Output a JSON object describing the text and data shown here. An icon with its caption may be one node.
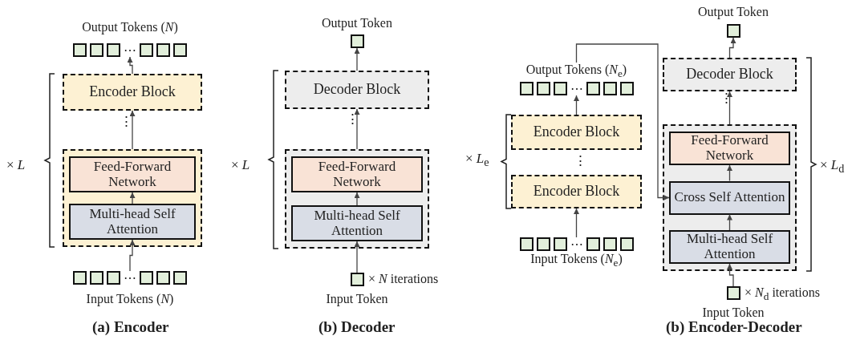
{
  "diagram": {
    "nodes": [
      {
        "text": [
          "Output Tokens (*N*)",
          "⋯"
        ]
      },
      {
        "text": [
          "Encoder Block"
        ]
      },
      {
        "text": [],
        "shape": "box"
      },
      {
        "text": [
          "Feed-Forward Network"
        ],
        "in": 2
      },
      {
        "text": [
          "Multi-head Self Attention"
        ],
        "in": 2
      },
      {
        "text": [
          "⋯",
          "Input Tokens (*N*)"
        ]
      },
      {
        "text": [
          "Output Token"
        ]
      },
      {
        "text": [
          "Decoder Block"
        ]
      },
      {
        "text": [],
        "shape": "box"
      },
      {
        "text": [
          "Feed-Forward Network"
        ],
        "in": 8
      },
      {
        "text": [
          "Multi-head Self Attention"
        ],
        "in": 8
      },
      {
        "text": [
          "Input Token"
        ],
        "beside": [
          "× *N* iterations"
        ]
      },
      {
        "text": [
          "Output Tokens (*N*$_{e}$)",
          "⋯"
        ]
      },
      {
        "text": [
          "Encoder Block"
        ]
      },
      {
        "text": [
          "Encoder Block"
        ]
      },
      {
        "text": [
          "⋯",
          "Input Tokens (*N*$_{e}$)"
        ]
      },
      {
        "text": [
          "Output Token"
        ]
      },
      {
        "text": [
          "Decoder Block"
        ]
      },
      {
        "text": [],
        "shape": "box"
      },
      {
        "text": [
          "Feed-Forward Network"
        ],
        "in": 18
      },
      {
        "text": [
          "Cross Self Attention"
        ],
        "in": 18
      },
      {
        "text": [
          "Multi-head Self Attention"
        ],
        "in": 18
      },
      {
        "text": [
          "Input Token"
        ],
        "beside": [
          "× *N*$_{d}$ iterations"
        ]
      }
    ],
    "edges": [
      {
        "from": 1,
        "to": 0,
        "arrow": "to"
      },
      {
        "from": 2,
        "to": 1,
        "arrow": "to"
      },
      {
        "from": 4,
        "to": 3,
        "arrow": "to"
      },
      {
        "from": 5,
        "to": 4,
        "arrow": "to"
      },
      {
        "from": 7,
        "to": 6,
        "arrow": "to"
      },
      {
        "from": 8,
        "to": 7,
        "arrow": "to"
      },
      {
        "from": 10,
        "to": 9,
        "arrow": "to"
      },
      {
        "from": 11,
        "to": 10,
        "arrow": "to"
      },
      {
        "from": 13,
        "to": 12,
        "arrow": "to"
      },
      {
        "from": 15,
        "to": 14,
        "arrow": "to"
      },
      {
        "from": 12,
        "to": 20,
        "arrow": "to"
      },
      {
        "from": 22,
        "to": 21,
        "arrow": "to"
      },
      {
        "from": 21,
        "to": 20,
        "arrow": "to"
      },
      {
        "from": 20,
        "to": 19,
        "arrow": "to"
      },
      {
        "from": 18,
        "to": 17,
        "arrow": "to"
      },
      {
        "from": 17,
        "to": 16,
        "arrow": "to"
      }
    ],
    "labels": [
      "× *L*",
      "⋮",
      "(a) Encoder",
      "× *L*",
      "⋮",
      "(b) Decoder",
      "× *L*$_{e}$",
      "⋮",
      "⋮",
      "× *L*$_{d}$",
      "(b) Encoder-Decoder"
    ]
  }
}
